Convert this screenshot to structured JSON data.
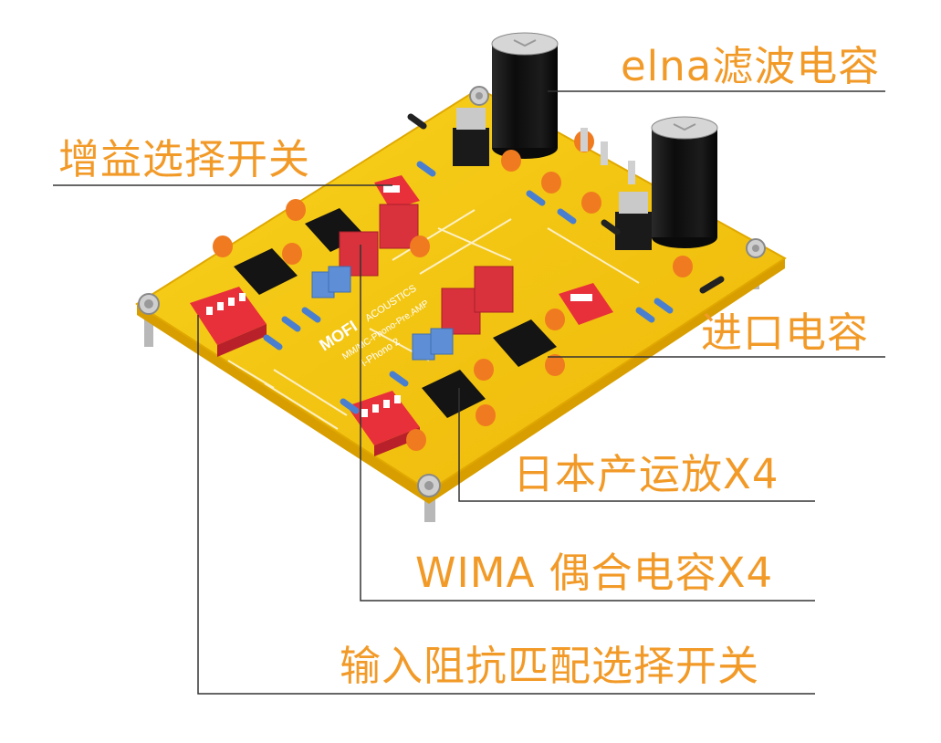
{
  "labels": {
    "elna": "elna滤波电容",
    "gain_switch": "增益选择开关",
    "input_cap": "进口电容",
    "opamp": "日本产运放X4",
    "wima": "WIMA 偶合电容X4",
    "impedance_switch": "输入阻抗匹配选择开关"
  },
  "board_silkscreen": {
    "brand": "MOFI",
    "sub": "ACOUSTICS",
    "model": "MM/MC-Phono-Pre.AMP",
    "name": "i-Phono 2"
  },
  "colors": {
    "label": "#F29A28",
    "pcb": "#F2C410",
    "pcb_edge": "#E0A800",
    "leader_line": "#333333",
    "dip_switch": "#E8303A",
    "wima_cap": "#D9323C",
    "blue_cap": "#5E8FD6",
    "electrolytic": "#141414"
  }
}
